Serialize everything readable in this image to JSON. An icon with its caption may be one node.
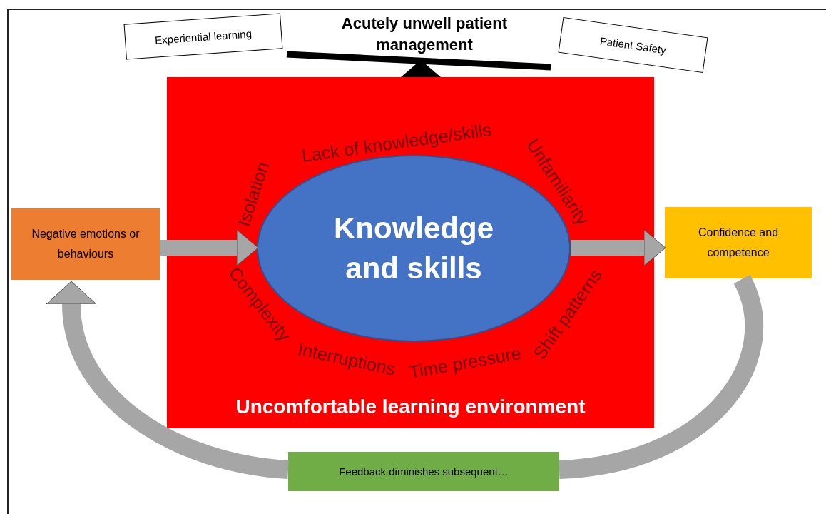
{
  "diagram": {
    "title": "Acutely unwell patient management",
    "nodes": [
      {
        "text": [
          "Uncomfortable learning environment"
        ]
      },
      {
        "text": [
          "Knowledge and skills"
        ],
        "in": 0
      },
      {
        "text": [
          "Negative emotions or behaviours"
        ]
      },
      {
        "text": [
          "Confidence and competence"
        ]
      },
      {
        "text": [
          "Feedback diminishes subsequent…"
        ]
      },
      {
        "text": [
          "Experiential learning"
        ]
      },
      {
        "text": [
          "Patient Safety"
        ]
      }
    ],
    "edges": [
      {
        "from": 2,
        "to": 1,
        "arrow": "to"
      },
      {
        "from": 1,
        "to": 3,
        "arrow": "to"
      },
      {
        "from": 3,
        "to": 4,
        "arrow": "none"
      },
      {
        "from": 4,
        "to": 2,
        "arrow": "to"
      }
    ],
    "labels": [
      "Isolation",
      "Lack of knowledge/skills",
      "Unfamiliarity",
      "Complexity",
      "Interruptions",
      "Time pressure",
      "Shift patterns"
    ]
  }
}
